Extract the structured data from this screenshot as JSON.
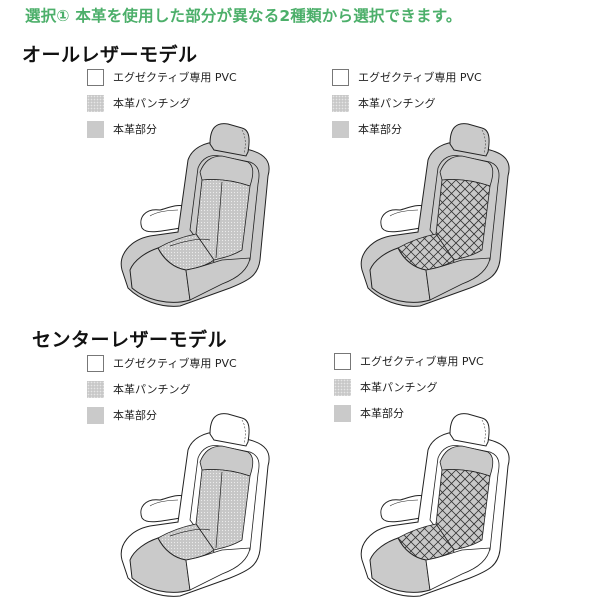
{
  "headline": "選択① 本革を使用した部分が異なる2種類から選択できます。",
  "colors": {
    "headline": "#4caf6a",
    "leather": "#cacaca",
    "punching": "#c8c8c8",
    "pvc": "#ffffff"
  },
  "sections": [
    {
      "title": "オールレザーモデル",
      "variants": [
        {
          "pattern": "punching",
          "legend": [
            "エグゼクティブ専用 PVC",
            "本革パンチング",
            "本革部分"
          ]
        },
        {
          "pattern": "diamond-quilt",
          "legend": [
            "エグゼクティブ専用 PVC",
            "本革パンチング",
            "本革部分"
          ]
        }
      ]
    },
    {
      "title": "センターレザーモデル",
      "variants": [
        {
          "pattern": "punching",
          "legend": [
            "エグゼクティブ専用 PVC",
            "本革パンチング",
            "本革部分"
          ]
        },
        {
          "pattern": "diamond-quilt",
          "legend": [
            "エグゼクティブ専用 PVC",
            "本革パンチング",
            "本革部分"
          ]
        }
      ]
    }
  ]
}
